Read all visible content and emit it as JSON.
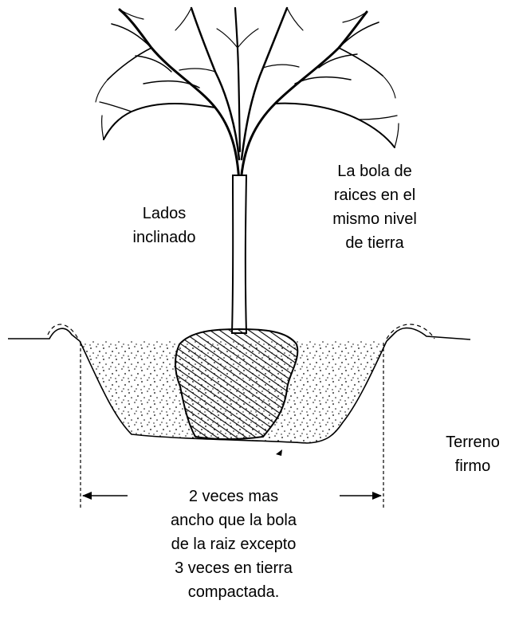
{
  "labels": {
    "sides": [
      "Lados",
      "inclinado"
    ],
    "root_ball_level": [
      "La bola de",
      "raices en el",
      "mismo nivel",
      "de tierra"
    ],
    "firm_ground": [
      "Terreno",
      "firmo"
    ],
    "hole_width": [
      "2 veces mas",
      "ancho que la bola",
      "de la raiz excepto",
      "3 veces en tierra",
      "compactada."
    ]
  },
  "colors": {
    "ink": "#000000",
    "paper": "#ffffff"
  }
}
